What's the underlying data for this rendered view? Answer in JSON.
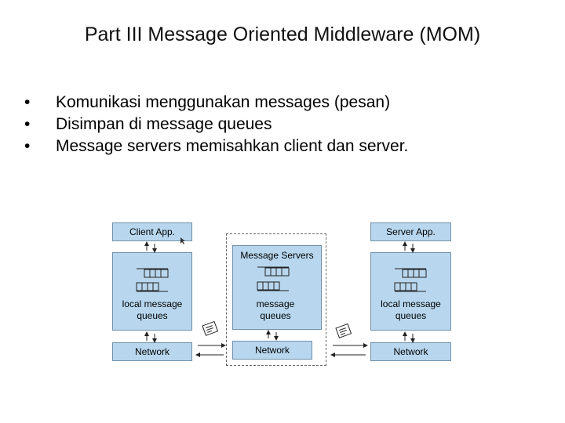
{
  "slide": {
    "title": "Part III Message Oriented Middleware (MOM)",
    "bullets": [
      "Komunikasi menggunakan messages (pesan)",
      "Disimpan di message queues",
      "Message servers memisahkan client dan server."
    ]
  },
  "diagram": {
    "client": {
      "app_label": "Client App.",
      "queue_label": "local message queues",
      "network_label": "Network"
    },
    "server_mid": {
      "title": "Message Servers",
      "queue_label": "message queues",
      "network_label": "Network"
    },
    "server": {
      "app_label": "Server App.",
      "queue_label": "local message queues",
      "network_label": "Network"
    },
    "colors": {
      "box_fill": "#b8d7ee",
      "box_border": "#6f8fa7"
    },
    "icons": [
      "up-down-arrow-icon",
      "message-envelope-icon",
      "double-arrow-icon",
      "queue-icon",
      "cursor-icon"
    ]
  }
}
